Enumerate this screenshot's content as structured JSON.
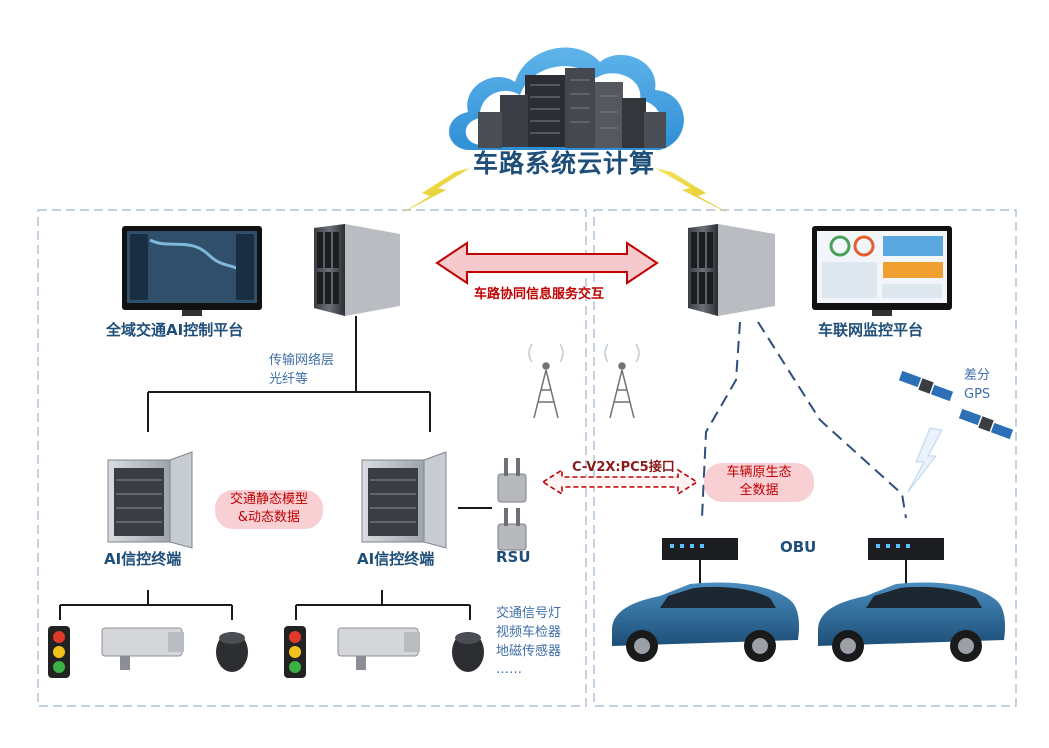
{
  "cloud": {
    "title": "车路系统云计算"
  },
  "left_zone": {
    "platform_label": "全域交通AI控制平台",
    "network_label_line1": "传输网络层",
    "network_label_line2": "光纤等",
    "terminal_label_1": "AI信控终端",
    "terminal_label_2": "AI信控终端",
    "model_pill_line1": "交通静态模型",
    "model_pill_line2": "&动态数据",
    "rsu_label": "RSU",
    "device_list": [
      "交通信号灯",
      "视频车检器",
      "地磁传感器",
      "……"
    ]
  },
  "center": {
    "service_label": "车路协同信息服务交互",
    "interface_label": "C-V2X:PC5接口"
  },
  "right_zone": {
    "platform_label": "车联网监控平台",
    "gps_line1": "差分",
    "gps_line2": "GPS",
    "vehicle_pill_line1": "车辆原生态",
    "vehicle_pill_line2": "全数据",
    "obu_label": "OBU"
  },
  "colors": {
    "dashed_border": "#9fb4cc",
    "arrow_red": "#c00000",
    "arrow_fill": "#f6c9cd",
    "line_dark": "#1a1a1a",
    "link_dash_blue": "#2e4d7a",
    "car_blue": "#2a6a9b",
    "title_blue": "#1f4e79"
  },
  "icons": [
    "cloud-datacenter-icon",
    "server-icon",
    "monitor-icon",
    "cabinet-icon",
    "rsu-icon",
    "antenna-tower-icon",
    "satellite-icon",
    "traffic-light-icon",
    "camera-icon",
    "magnetic-sensor-icon",
    "obu-device-icon",
    "car-icon",
    "lightning-icon"
  ]
}
